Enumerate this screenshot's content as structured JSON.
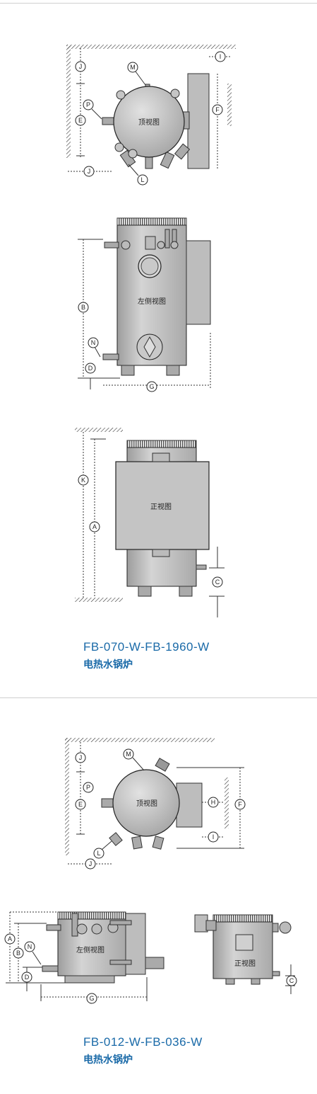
{
  "dividers": [
    "top",
    "middle"
  ],
  "section1": {
    "model": "FB-070-W-FB-1960-W",
    "subtitle": "电热水锅炉",
    "top_view": {
      "caption": "顶视图",
      "labels": {
        "J1": "J",
        "M": "M",
        "I": "I",
        "P": "P",
        "E": "E",
        "F": "F",
        "J2": "J",
        "L": "L"
      }
    },
    "left_view": {
      "caption": "左侧视图",
      "labels": {
        "B": "B",
        "N": "N",
        "D": "D",
        "G": "G"
      }
    },
    "front_view": {
      "caption": "正视图",
      "labels": {
        "K": "K",
        "A": "A",
        "C": "C"
      }
    }
  },
  "section2": {
    "model": "FB-012-W-FB-036-W",
    "subtitle": "电热水锅炉",
    "top_view": {
      "caption": "顶视图",
      "labels": {
        "M": "M",
        "J1": "J",
        "P": "P",
        "E": "E",
        "H": "H",
        "F": "F",
        "I": "I",
        "L": "L",
        "J2": "J"
      }
    },
    "left_view": {
      "caption": "左侧视图",
      "labels": {
        "A": "A",
        "B": "B",
        "N": "N",
        "D": "D",
        "G": "G"
      }
    },
    "front_view": {
      "caption": "正视图",
      "labels": {
        "C": "C"
      }
    }
  },
  "colors": {
    "body_fill": "#c9c9c9",
    "body_dark": "#a8a8a8",
    "line": "#222222",
    "title": "#1a6aa8",
    "divider": "#cfcfcf"
  },
  "icons": [
    "dimension-letter-marker",
    "pipe-fitting",
    "flange",
    "hatched-wall"
  ]
}
